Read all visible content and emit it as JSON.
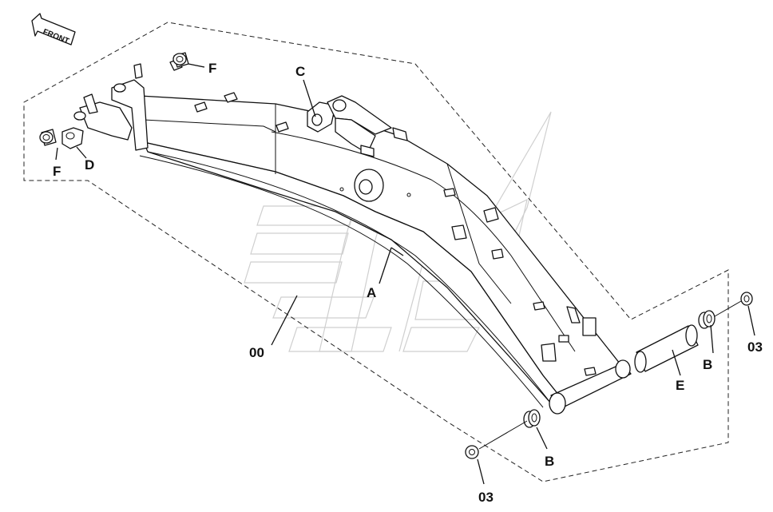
{
  "direction_label": "FRONT",
  "callouts": {
    "f_top": "F",
    "f_left": "F",
    "d": "D",
    "c": "C",
    "a": "A",
    "assembly": "00",
    "b_right": "B",
    "b_bottom": "B",
    "e": "E",
    "washer_right": "03",
    "washer_bottom": "03"
  }
}
